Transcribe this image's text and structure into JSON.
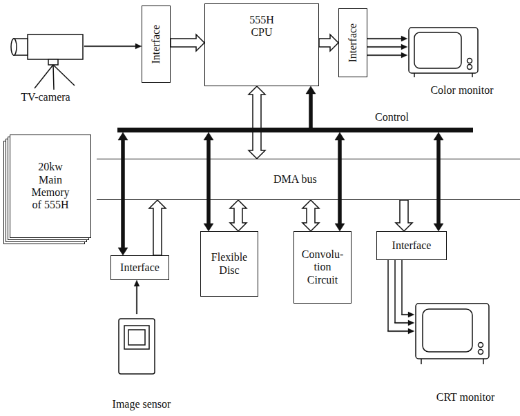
{
  "diagram": {
    "nodes": [
      {
        "text": [
          "Interface"
        ]
      },
      {
        "text": [
          "555H CPU"
        ]
      },
      {
        "text": [
          "Interface"
        ]
      },
      {
        "text": [
          "Color monitor"
        ]
      },
      {
        "text": [
          "TV-camera"
        ]
      },
      {
        "text": [
          "Control"
        ]
      },
      {
        "text": [
          "20kw Main Memory of 555H"
        ]
      },
      {
        "text": [
          "DMA bus"
        ]
      },
      {
        "text": [
          "Interface"
        ]
      },
      {
        "text": [
          "Flexible Disc"
        ]
      },
      {
        "text": [
          "Convolu- tion Circuit"
        ]
      },
      {
        "text": [
          "Interface"
        ]
      },
      {
        "text": [
          "CRT monitor"
        ]
      },
      {
        "text": [
          "Image sensor"
        ]
      }
    ],
    "edges": [
      {
        "from": 4,
        "to": 0,
        "arrow": "to"
      },
      {
        "from": 0,
        "to": 1,
        "arrow": "to"
      },
      {
        "from": 1,
        "to": 2,
        "arrow": "to"
      },
      {
        "from": 2,
        "to": 3,
        "arrow": "to"
      },
      {
        "from": 1,
        "to": 7,
        "arrow": "both"
      },
      {
        "from": 5,
        "to": 1,
        "arrow": "to"
      },
      {
        "from": 5,
        "to": 8,
        "arrow": "both"
      },
      {
        "from": 8,
        "to": 7,
        "arrow": "to"
      },
      {
        "from": 13,
        "to": 8,
        "arrow": "to"
      },
      {
        "from": 5,
        "to": 9,
        "arrow": "both"
      },
      {
        "from": 9,
        "to": 7,
        "arrow": "both"
      },
      {
        "from": 10,
        "to": 7,
        "arrow": "both"
      },
      {
        "from": 5,
        "to": 10,
        "arrow": "both"
      },
      {
        "from": 7,
        "to": 11,
        "arrow": "to"
      },
      {
        "from": 5,
        "to": 11,
        "arrow": "both"
      },
      {
        "from": 11,
        "to": 12,
        "arrow": "to"
      }
    ]
  }
}
